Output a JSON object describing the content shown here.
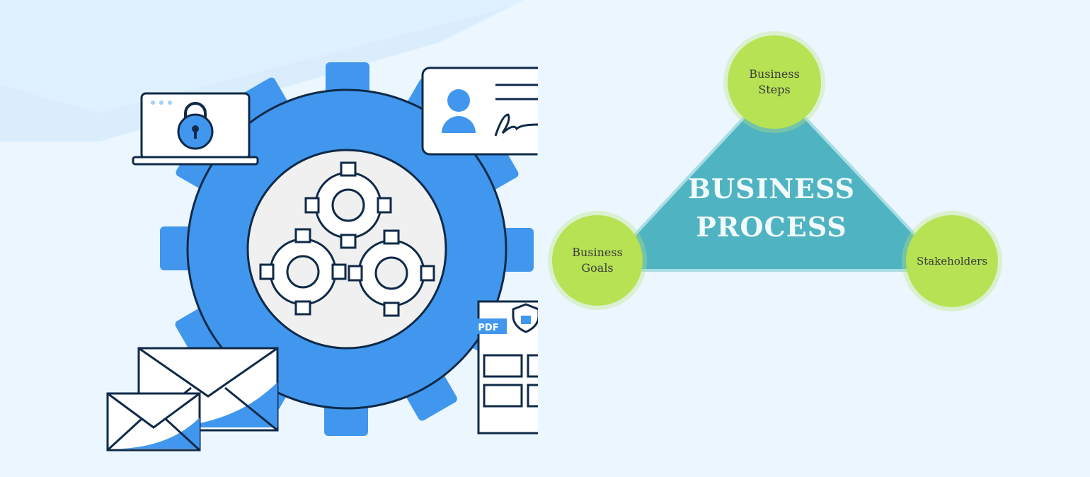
{
  "illustration": {
    "pdf_badge": "PDF",
    "colors": {
      "accent": "#4197ee",
      "outline": "#0f2a48",
      "soft": "#f0f0f0"
    }
  },
  "diagram": {
    "title_line1": "BUSINESS",
    "title_line2": "PROCESS",
    "nodes": {
      "top": {
        "line1": "Business",
        "line2": "Steps"
      },
      "left": {
        "line1": "Business",
        "line2": "Goals"
      },
      "right": {
        "line1": "Stakeholders"
      }
    },
    "colors": {
      "triangle": "#4fb3c2",
      "node": "#b6e254"
    }
  }
}
